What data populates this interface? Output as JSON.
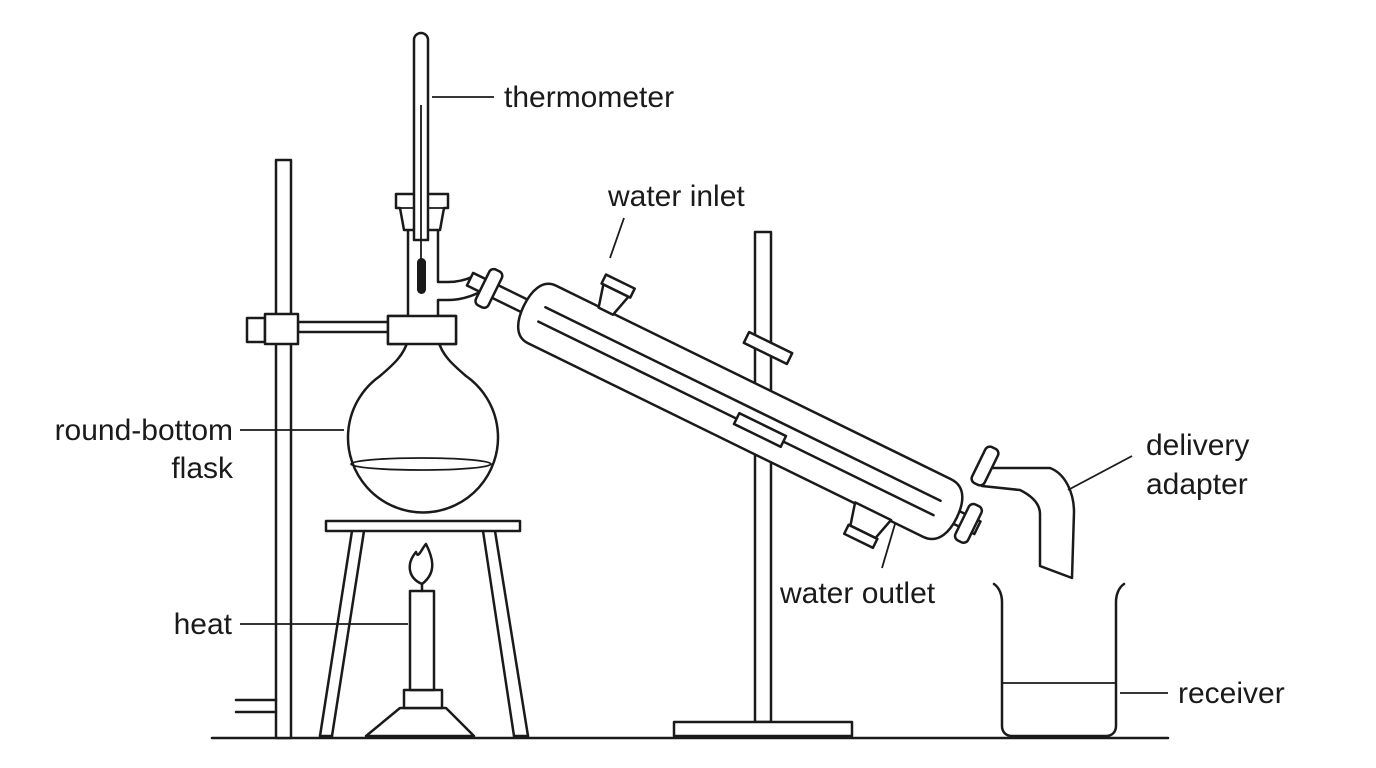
{
  "labels": {
    "thermometer": "thermometer",
    "water_inlet": "water inlet",
    "round_bottom_flask_line1": "round-bottom",
    "round_bottom_flask_line2": "flask",
    "heat": "heat",
    "water_outlet": "water outlet",
    "delivery_adapter_line1": "delivery",
    "delivery_adapter_line2": "adapter",
    "receiver": "receiver"
  }
}
